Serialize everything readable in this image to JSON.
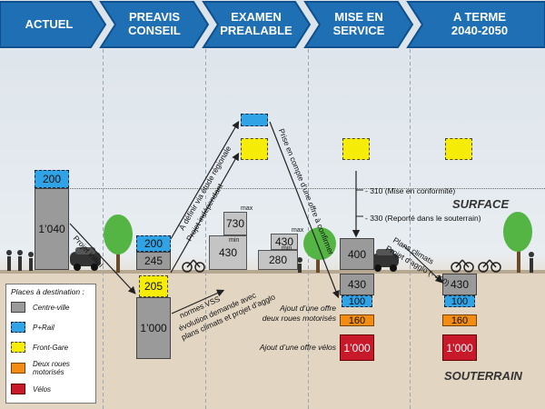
{
  "phases": [
    "ACTUEL",
    "PREAVIS\nCONSEIL",
    "EXAMEN\nPREALABLE",
    "MISE EN\nSERVICE",
    "A TERME\n2040-2050"
  ],
  "zones": {
    "surface": "SURFACE",
    "underground": "SOUTERRAIN"
  },
  "actuel": {
    "top": "200",
    "main": "1’040"
  },
  "preavis": {
    "top": "200",
    "mid": "245",
    "front": "205",
    "under": "1’000"
  },
  "examen": {
    "b1_top": "730",
    "b1_bottom": "430",
    "b2_top": "430",
    "b2_bottom": "280",
    "max": "max",
    "min": "min"
  },
  "mise": {
    "surface": "400",
    "under": "430",
    "pr": "100",
    "moto": "160",
    "velos": "1’000"
  },
  "terme": {
    "under": "430",
    "pr": "100",
    "moto": "160",
    "velos": "1’000"
  },
  "annotations": {
    "projet_initial": "Projet initial",
    "definir": "À définir via étude régionale",
    "projet_independant": "Projet indépendant",
    "prise_en_compte": "Prise en compte d’une offre à confirmer",
    "m310": "- 310 (Mise en conformité)",
    "m330": "- 330 (Reporté dans le souterrain)",
    "plans_climats": "Plans climats",
    "projet_agglo": "Projet d’agglo (- 400)",
    "normes": "normes VSS",
    "evolution": "évolution demande avec",
    "plans_projet": "plans climats et projet d’agglo",
    "offre_motos_1": "Ajout d’une offre",
    "offre_motos_2": "deux roues motorisés",
    "offre_velos": "Ajout d’une offre vélos"
  },
  "legend": {
    "title": "Places à destination :",
    "items": [
      {
        "label": "Centre-ville",
        "color": "#9a9a9a"
      },
      {
        "label": "P+Rail",
        "color": "#2fa3e6"
      },
      {
        "label": "Front-Gare",
        "color": "#f5ec07"
      },
      {
        "label": "Deux roues\nmotorisés",
        "color": "#f28c12"
      },
      {
        "label": "Vélos",
        "color": "#c8192a"
      }
    ]
  },
  "colors": {
    "header": "#1f6fb5",
    "header_dark": "#0e4f8e",
    "arrow": "#222"
  }
}
